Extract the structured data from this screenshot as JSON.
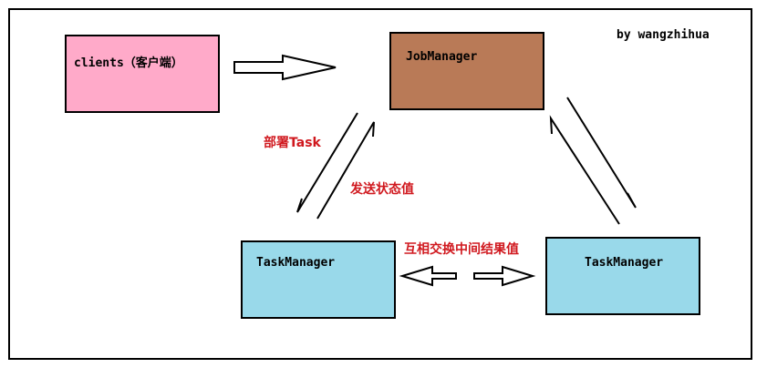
{
  "author": "by wangzhihua",
  "nodes": {
    "clients": {
      "label": "clients（客户端）",
      "color": "#ffaac9"
    },
    "jobmanager": {
      "label": "JobManager",
      "color": "#b97a57"
    },
    "taskmanager_left": {
      "label": "TaskManager",
      "color": "#99d9ea"
    },
    "taskmanager_right": {
      "label": "TaskManager",
      "color": "#99d9ea"
    }
  },
  "edges": {
    "deploy_task": "部署Task",
    "send_status": "发送状态值",
    "exchange_results": "互相交换中间结果值"
  },
  "colors": {
    "edge_label": "#d0181e",
    "outline": "#000000"
  }
}
